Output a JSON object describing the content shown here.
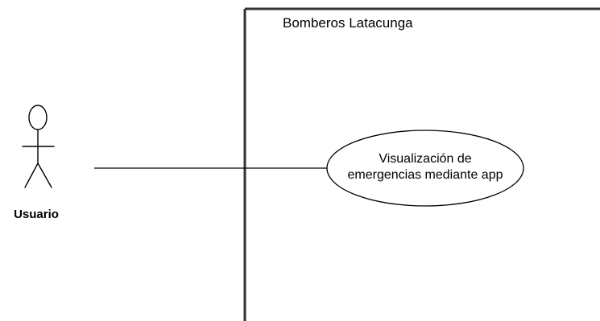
{
  "system": {
    "title": "Bomberos Latacunga"
  },
  "actor": {
    "label": "Usuario"
  },
  "use_case": {
    "line1": "Visualización de",
    "line2": "emergencias mediante app"
  }
}
